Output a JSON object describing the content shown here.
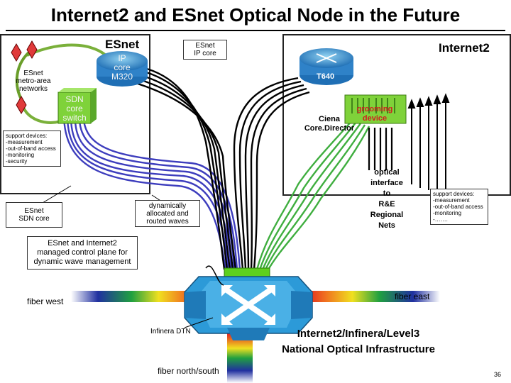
{
  "title": "Internet2 and ESnet Optical Node in the Future",
  "esnet": {
    "label": "ESnet",
    "ip_core_callout": "ESnet\nIP core",
    "metro_label": "ESnet\nmetro-area\nnetworks",
    "router_label": "IP\ncore\nM320",
    "sdn_switch_label": "SDN\ncore\nswitch",
    "support_devices": "support devices:\n-measurement\n-out-of-band access\n-monitoring\n-security",
    "sdn_core_callout": "ESnet\nSDN core"
  },
  "internet2": {
    "label": "Internet2",
    "router_label": "T640",
    "grooming_label": "grooming\ndevice",
    "ciena_label": "Ciena\nCore.Director",
    "optical_interface": "optical\ninterface\nto\nR&E\nRegional\nNets",
    "support_devices": "support devices:\n-measurement\n-out-of-band access\n-monitoring\n-……."
  },
  "dynamic_waves": "dynamically\nallocated and\nrouted waves",
  "control_plane": "ESnet and Internet2\nmanaged control plane for\ndynamic wave management",
  "fiber_west": "fiber west",
  "fiber_east": "fiber east",
  "fiber_ns": "fiber north/south",
  "infinera": "Infinera DTN",
  "national": "Internet2/Infinera/Level3\nNational Optical Infrastructure",
  "page_number": "36",
  "colors": {
    "router_blue": "#3a8fd0",
    "switch_green": "#7fd23a",
    "fiber_black": "#000000",
    "fiber_blue": "#3d3dbd",
    "fiber_green": "#3fae3f",
    "dtn_blue": "#2c9ad8",
    "metro_loop": "#7ab03a",
    "node_red": "#e03a3a"
  }
}
